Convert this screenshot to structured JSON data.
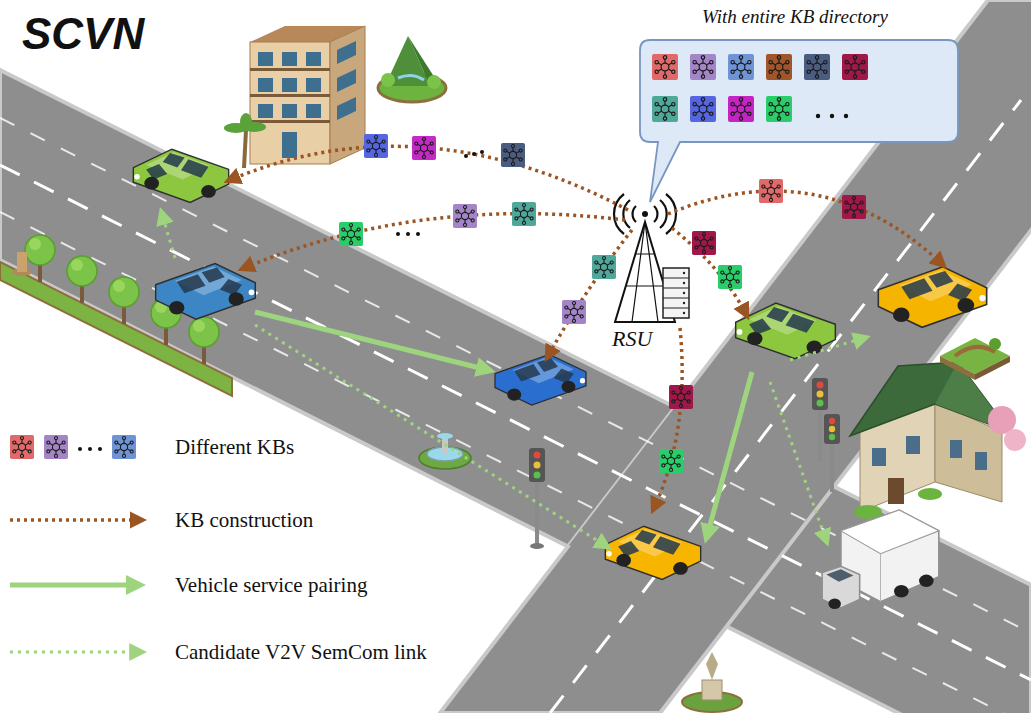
{
  "diagram": {
    "title": "SCVN",
    "nodes": [
      {
        "text": [
          "With entire KB directory"
        ]
      }
    ],
    "labels": [
      "RSU"
    ],
    "legend": [
      {
        "text": "Different KBs"
      },
      {
        "text": "KB construction"
      },
      {
        "text": "Vehicle service pairing"
      },
      {
        "text": "Candidate V2V SemCom link"
      }
    ]
  }
}
